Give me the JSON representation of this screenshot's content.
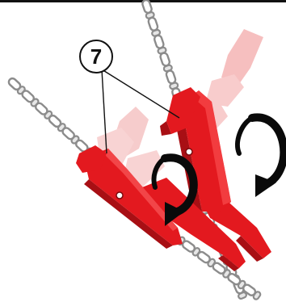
{
  "callout": {
    "number": "7"
  },
  "colors": {
    "clamp": "#e3191f",
    "clamp_dark": "#a80f14",
    "clamp_light": "#ff6a6a",
    "ghost": "#f0a2a2",
    "chain_fill": "#ffffff",
    "chain_stroke": "#8c8c8c",
    "arrow": "#0a0a0a",
    "rule": "#111111"
  },
  "icons": [
    "chain",
    "clamp-tensioner",
    "rotate-arrow",
    "callout-circle"
  ]
}
